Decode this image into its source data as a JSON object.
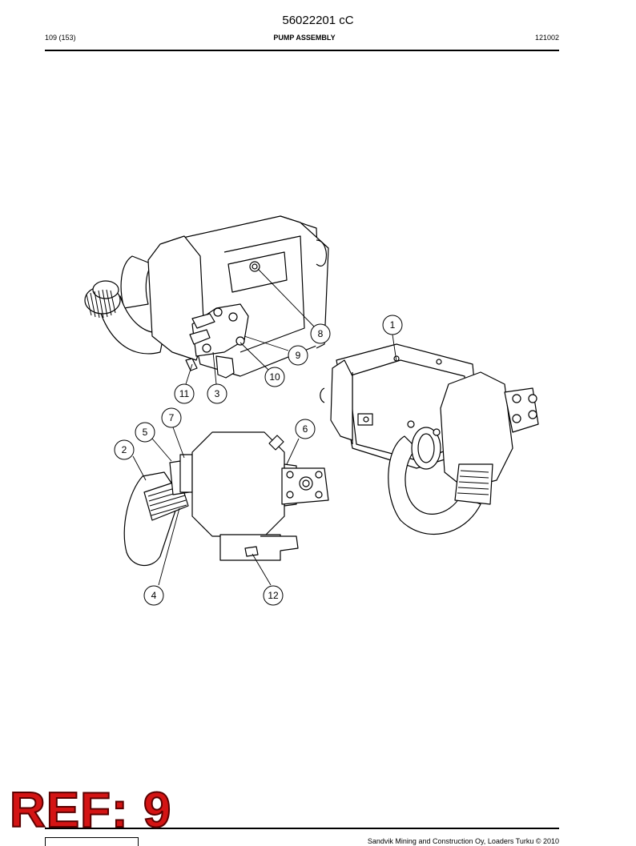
{
  "header": {
    "doc_number": "56022201 cC",
    "page_count": "109 (153)",
    "section_title": "PUMP ASSEMBLY",
    "part_group": "121002"
  },
  "callouts": [
    "1",
    "2",
    "3",
    "4",
    "5",
    "6",
    "7",
    "8",
    "9",
    "10",
    "11",
    "12"
  ],
  "footer": {
    "copyright": "Sandvik Mining and Construction Oy, Loaders Turku © 2010",
    "stamp": "REF: 9"
  }
}
